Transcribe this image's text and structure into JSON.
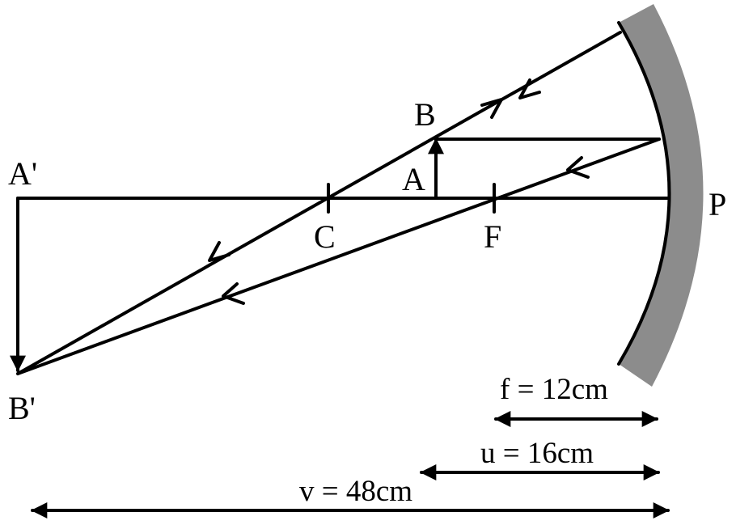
{
  "labels": {
    "A_prime": "A'",
    "B_prime": "B'",
    "A": "A",
    "B": "B",
    "C": "C",
    "F": "F",
    "P": "P"
  },
  "dimensions": {
    "f": "f = 12cm",
    "u": "u = 16cm",
    "v": "v = 48cm"
  },
  "colors": {
    "ink": "#000000",
    "mirror_fill": "#8c8c8c",
    "background": "#ffffff"
  }
}
